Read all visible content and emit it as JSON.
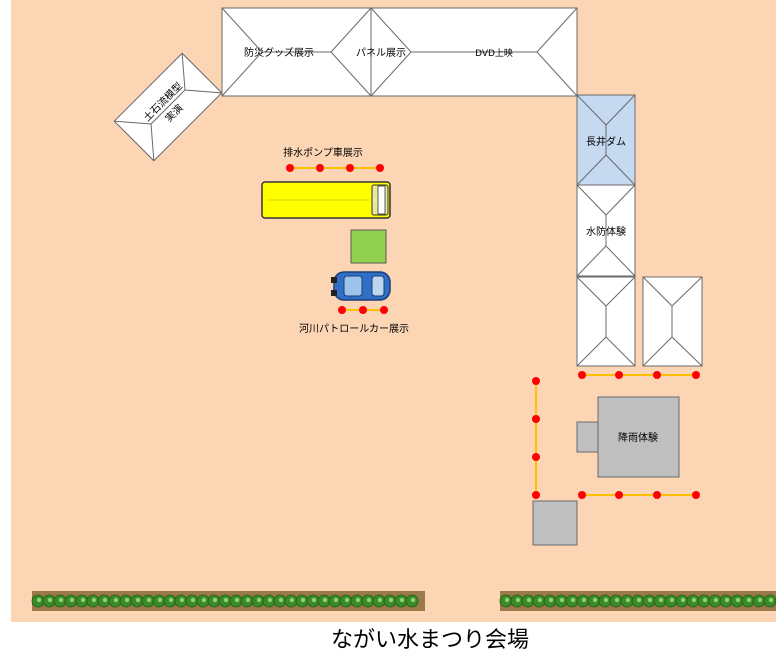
{
  "title": "ながい水まつり会場",
  "labels": {
    "debris_flow": [
      "土石流模型",
      "実演"
    ],
    "disaster_goods": "防災グッズ展示",
    "panel": "パネル展示",
    "dvd": "DVD上映",
    "dam": "長井ダム",
    "flood_defense": "水防体験",
    "rainfall": "降雨体験",
    "pump_truck": "排水ポンプ車展示",
    "patrol_car": "河川パトロールカー展示"
  },
  "colors": {
    "ground": "#fcd5b5",
    "tent_fill": "#ffffff",
    "dam_tent_fill": "#c5d9f1",
    "rope": "#ffc000",
    "post": "#ff0000",
    "truck": "#ffff00",
    "green_box": "#92d050",
    "car": "#2f6fc6",
    "rain_booth": "#bfbfbf",
    "hedge": "#3a8a2a"
  },
  "icons": [
    "bus-icon",
    "car-icon"
  ]
}
